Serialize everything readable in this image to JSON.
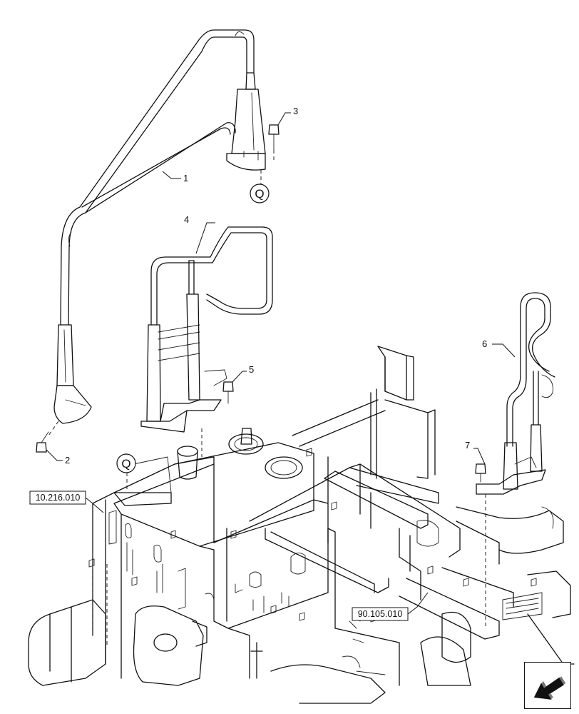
{
  "callouts": {
    "part_1": "1",
    "part_2": "2",
    "part_3": "3",
    "part_4": "4",
    "part_5": "5",
    "part_6": "6",
    "part_7": "7"
  },
  "detail_marker": "Q",
  "references": {
    "ref_left": "10.216.010",
    "ref_bottom": "90.105.010"
  },
  "nav_icon": "arrow-bottom-left-icon"
}
